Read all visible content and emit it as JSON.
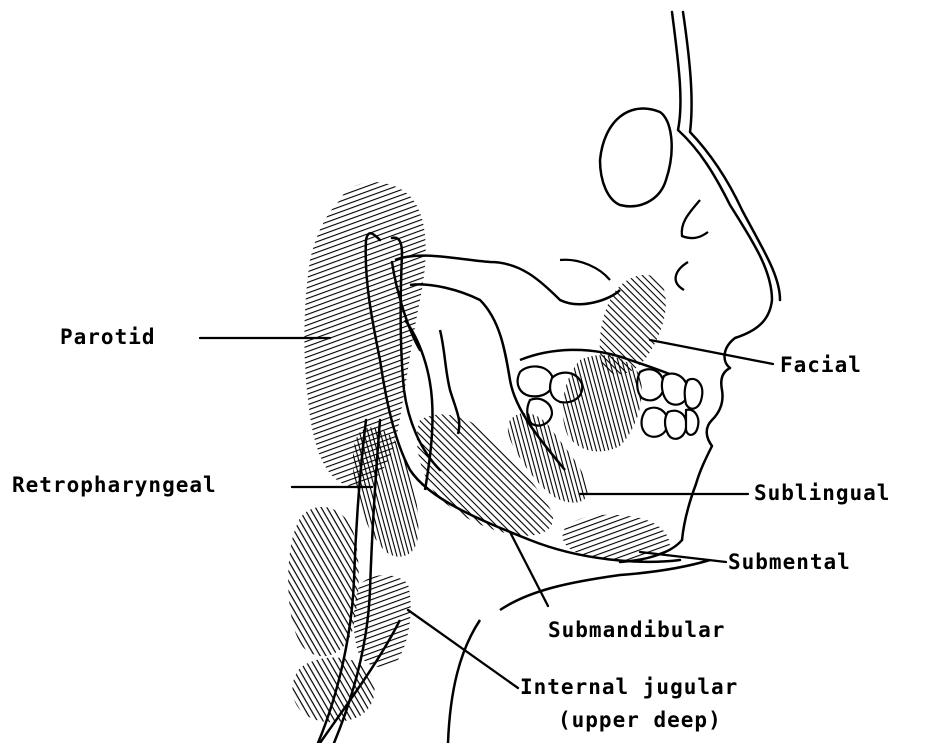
{
  "labels": {
    "parotid": "Parotid",
    "facial": "Facial",
    "retropharyngeal": "Retropharyngeal",
    "sublingual": "Sublingual",
    "submental": "Submental",
    "submandibular": "Submandibular",
    "internal_jugular": "Internal jugular",
    "upper_deep": "(upper deep)"
  },
  "colors": {
    "ink": "#000000",
    "paper": "#ffffff"
  }
}
